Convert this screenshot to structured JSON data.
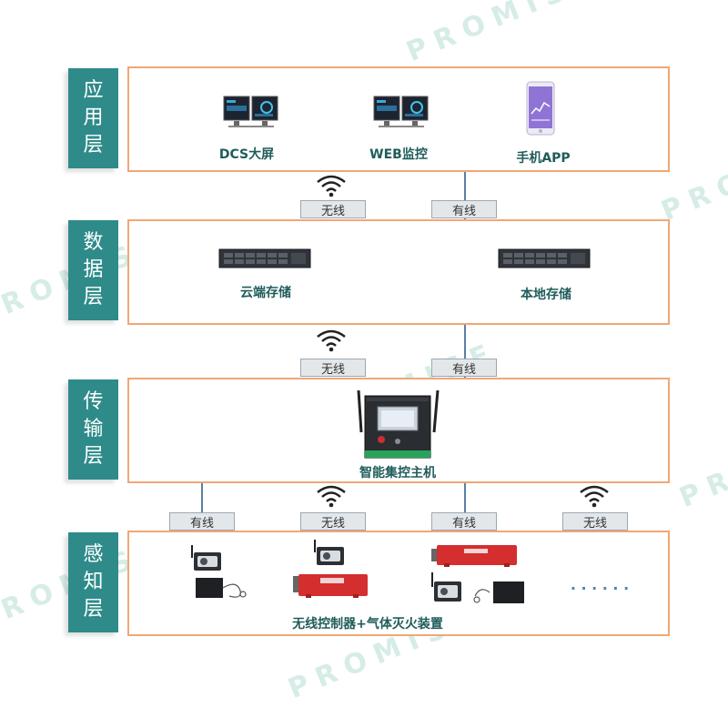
{
  "layers": [
    {
      "label": "应用层"
    },
    {
      "label": "数据层"
    },
    {
      "label": "传输层"
    },
    {
      "label": "感知层"
    }
  ],
  "application": {
    "items": [
      {
        "label": "DCS大屏",
        "icon": "monitor-icon"
      },
      {
        "label": "WEB监控",
        "icon": "monitor-icon"
      },
      {
        "label": "手机APP",
        "icon": "smartphone-icon"
      }
    ]
  },
  "data_layer": {
    "items": [
      {
        "label": "云端存储",
        "icon": "server-icon"
      },
      {
        "label": "本地存储",
        "icon": "server-icon"
      }
    ]
  },
  "transmission": {
    "items": [
      {
        "label": "智能集控主机",
        "icon": "control-host-icon"
      }
    ]
  },
  "perception": {
    "label": "无线控制器+气体灭火装置",
    "ellipsis": "· · · · · ·"
  },
  "connections": {
    "app_data": [
      "无线",
      "有线"
    ],
    "data_trans": [
      "无线",
      "有线"
    ],
    "trans_perc": [
      "有线",
      "无线",
      "有线",
      "无线"
    ]
  },
  "watermark": "PROMISE",
  "colors": {
    "layer_label_bg": "#2e8b8a",
    "layer_border": "#f0a777",
    "text_teal": "#1f5c5a",
    "line_blue": "#5a7fa6",
    "device_red": "#d42e2e",
    "tag_bg": "#e4e7ea"
  }
}
